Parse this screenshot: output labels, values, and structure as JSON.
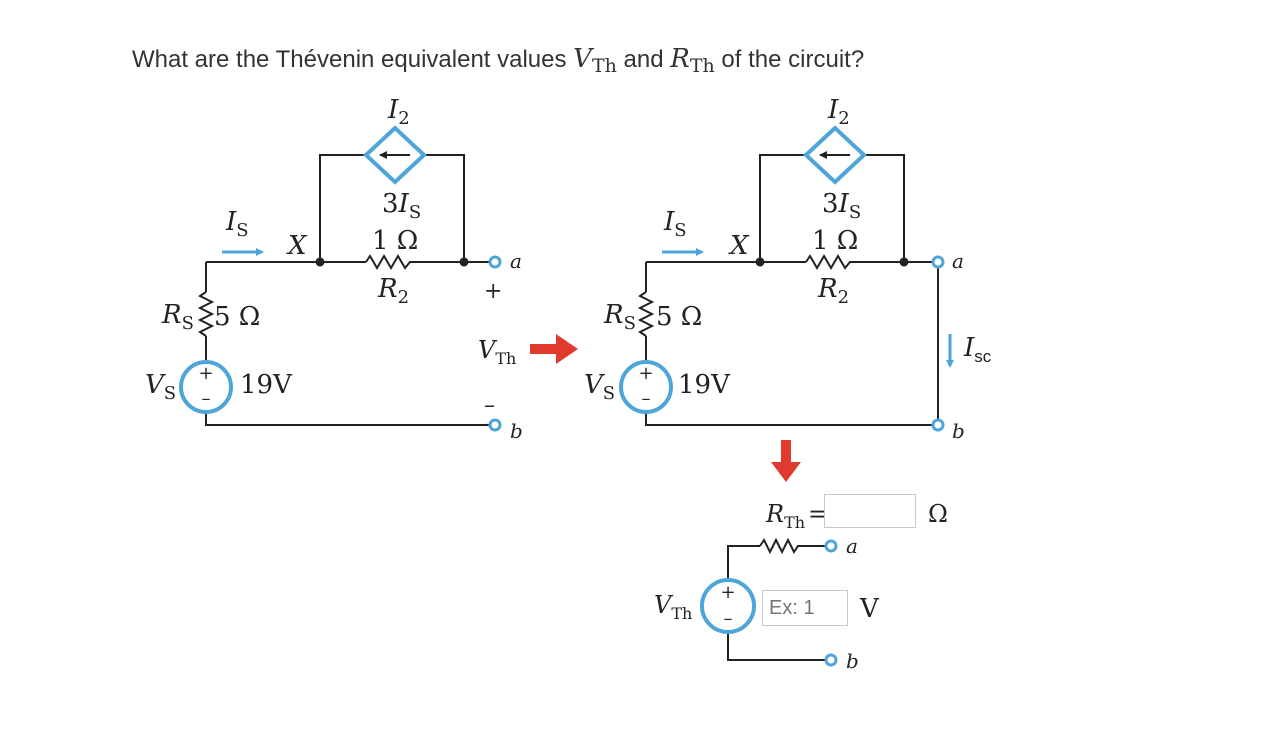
{
  "question": {
    "text_before": "What are the Thévenin equivalent values ",
    "vth_symbol": "V",
    "vth_sub": "Th",
    "text_mid": " and ",
    "rth_symbol": "R",
    "rth_sub": "Th",
    "text_after": " of the circuit?"
  },
  "circuit": {
    "dep_source_label": "I",
    "dep_source_sub": "2",
    "dep_source_value": "3I",
    "dep_source_value_sub": "S",
    "r2_value": "1 Ω",
    "r2_name": "R",
    "r2_sub": "2",
    "rs_name": "R",
    "rs_sub": "S",
    "rs_value": "5 Ω",
    "current_label": "I",
    "current_sub": "S",
    "node_label": "X",
    "vs_name": "V",
    "vs_sub": "S",
    "vs_value": "19V",
    "terminal_a": "a",
    "terminal_b": "b",
    "plus": "+",
    "minus": "–",
    "vth_name": "V",
    "vth_sub": "Th",
    "isc_name": "I",
    "isc_sub": "sc",
    "rth_name": "R",
    "rth_sub": "Th",
    "equals": "=",
    "ohm_unit": "Ω",
    "volt_unit": "V"
  },
  "answers": {
    "rth_value": "",
    "vth_placeholder": "Ex: 1"
  },
  "colors": {
    "wire": "#222222",
    "source_blue": "#4ea5d9",
    "arrow_red": "#e03a2f"
  }
}
